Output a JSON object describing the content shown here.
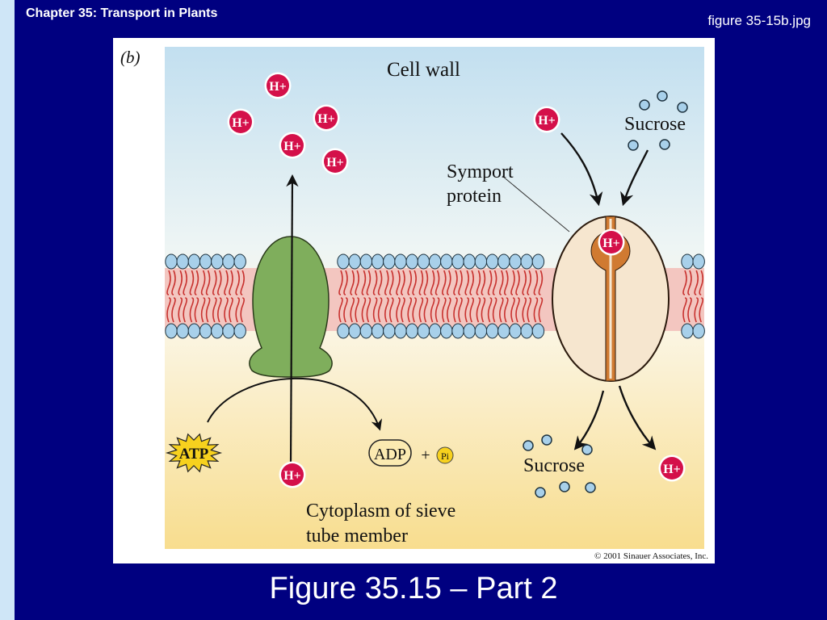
{
  "slide": {
    "chapter_title": "Chapter 35: Transport in Plants",
    "file_label": "figure 35-15b.jpg",
    "caption": "Figure 35.15 – Part 2"
  },
  "diagram": {
    "panel_label": "(b)",
    "cell_wall_label": "Cell wall",
    "symport_label_line1": "Symport",
    "symport_label_line2": "protein",
    "sucrose_outside_label": "Sucrose",
    "sucrose_inside_label": "Sucrose",
    "cytoplasm_label_line1": "Cytoplasm of sieve",
    "cytoplasm_label_line2": "tube member",
    "proton_label": "H+",
    "atp_label": "ATP",
    "adp_label": "ADP",
    "plus_sign": "+",
    "phosphate_label": "Pi",
    "copyright": "© 2001 Sinauer Associates, Inc."
  },
  "colors": {
    "background": "#000080",
    "proton": "#d4104a",
    "pump": "#7fae5c",
    "symporter": "#f6e6cf",
    "sucrose": "#a8d0ea",
    "atp": "#f7d11e"
  },
  "icons": [
    "proton-icon",
    "sucrose-icon",
    "atp-burst-icon",
    "phosphate-icon"
  ]
}
